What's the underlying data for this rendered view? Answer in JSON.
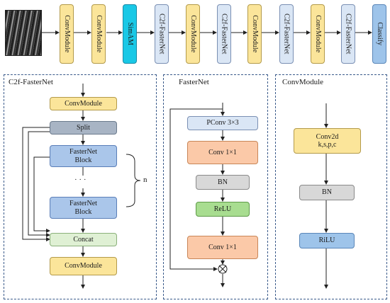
{
  "top_row": {
    "input_image": "input-image",
    "blocks": [
      "ConvModule",
      "ConvModule",
      "SimAM",
      "C2f-FasterNet",
      "ConvModule",
      "C2f-FasterNet",
      "ConvModule",
      "C2f-FasterNet",
      "ConvModule",
      "C2f-FasterNet",
      "Classify"
    ]
  },
  "panel_c2f": {
    "title": "C2f-FasterNet",
    "conv_top": "ConvModule",
    "split": "Split",
    "faster_block_1": "FasterNet\nBlock",
    "dots": "· · ·",
    "faster_block_2": "FasterNet\nBlock",
    "concat": "Concat",
    "conv_bottom": "ConvModule",
    "n_label": "n"
  },
  "panel_fasternet": {
    "title": "FasterNet",
    "pconv": "PConv 3×3",
    "conv1": "Conv 1×1",
    "bn": "BN",
    "relu": "ReLU",
    "conv2": "Conv 1×1",
    "add_symbol": "⊗"
  },
  "panel_convmodule": {
    "title": "ConvModule",
    "conv2d_line1": "Conv2d",
    "conv2d_line2": "k,s,p,c",
    "bn": "BN",
    "act": "RiLU"
  },
  "colors": {
    "conv_yellow": "#fbe59a",
    "simam_cyan": "#19c8e6",
    "c2f_lightblue": "#dae6f5",
    "fasternet_block_blue": "#aac6ea",
    "conv1x1_orange": "#fbc9a8",
    "relu_green": "#a8dd90",
    "concat_mint": "#dff0d4",
    "panel_border": "#3a5a8a"
  }
}
